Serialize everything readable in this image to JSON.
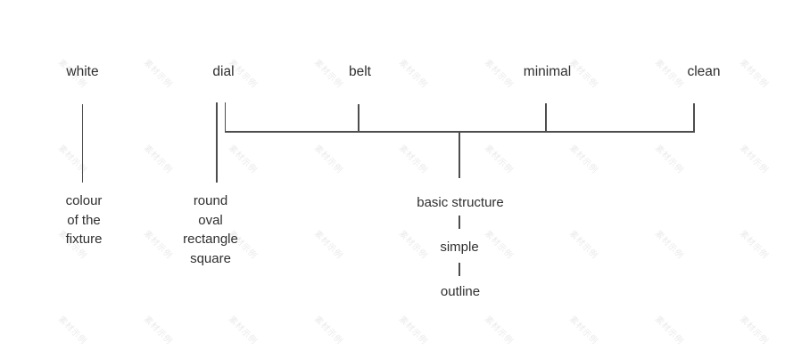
{
  "diagram": {
    "top_row": [
      {
        "id": "white",
        "label": "white"
      },
      {
        "id": "dial",
        "label": "dial"
      },
      {
        "id": "belt",
        "label": "belt"
      },
      {
        "id": "minimal",
        "label": "minimal"
      },
      {
        "id": "clean",
        "label": "clean"
      }
    ],
    "white_branch": {
      "parent": "white",
      "lines": [
        "colour",
        "of the",
        "fixture"
      ]
    },
    "dial_branch": {
      "parent": "dial",
      "lines": [
        "round",
        "oval",
        "rectangle",
        "square"
      ]
    },
    "group_branch": {
      "parents": [
        "dial",
        "belt",
        "minimal",
        "clean"
      ],
      "chain": [
        "basic structure",
        "simple",
        "outline"
      ]
    }
  },
  "watermark": {
    "text": "素材示例"
  },
  "colors": {
    "background": "#ffffff",
    "text": "#2f2f2f",
    "line": "#4d4d4d",
    "watermark": "#ececec"
  }
}
